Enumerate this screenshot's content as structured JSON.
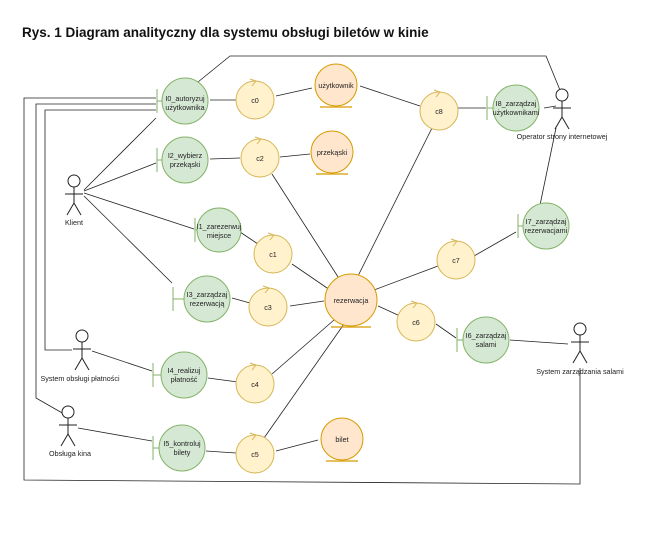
{
  "title": "Rys. 1 Diagram analityczny dla systemu obsługi biletów w kinie",
  "colors": {
    "boundary_fill": "#d5e8d4",
    "boundary_stroke": "#82b366",
    "control_fill": "#fff2cc",
    "control_stroke": "#d6b656",
    "entity_fill": "#ffe6cc",
    "entity_stroke": "#d79b00",
    "line": "#222222"
  },
  "actors": {
    "klient": "Klient",
    "operator": "Operator strony internetowej",
    "platnosci": "System obsługi płatności",
    "obsluga": "Obsługa kina",
    "sale": "System zarządzania salami"
  },
  "boundaries": {
    "i0": [
      "I0_autoryzuj",
      "użytkownika"
    ],
    "i1": [
      "I1_zarezerwuj",
      "miejsce"
    ],
    "i2": [
      "I2_wybierz",
      "przekąski"
    ],
    "i3": [
      "I3_zarządzaj",
      "rezerwacją"
    ],
    "i4": [
      "I4_realizuj",
      "płatność"
    ],
    "i5": [
      "I5_kontroluj",
      "bilety"
    ],
    "i6": [
      "I6_zarządzaj",
      "salami"
    ],
    "i7": [
      "I7_zarządzaj",
      "rezerwacjami"
    ],
    "i8": [
      "I8_zarządzaj",
      "użytkownikami"
    ]
  },
  "controls": {
    "c0": "c0",
    "c1": "c1",
    "c2": "c2",
    "c3": "c3",
    "c4": "c4",
    "c5": "c5",
    "c6": "c6",
    "c7": "c7",
    "c8": "c8"
  },
  "entities": {
    "uzytkownik": "użytkownik",
    "przekaski": "przekąski",
    "rezerwacja": "rezerwacja",
    "bilet": "bilet"
  }
}
